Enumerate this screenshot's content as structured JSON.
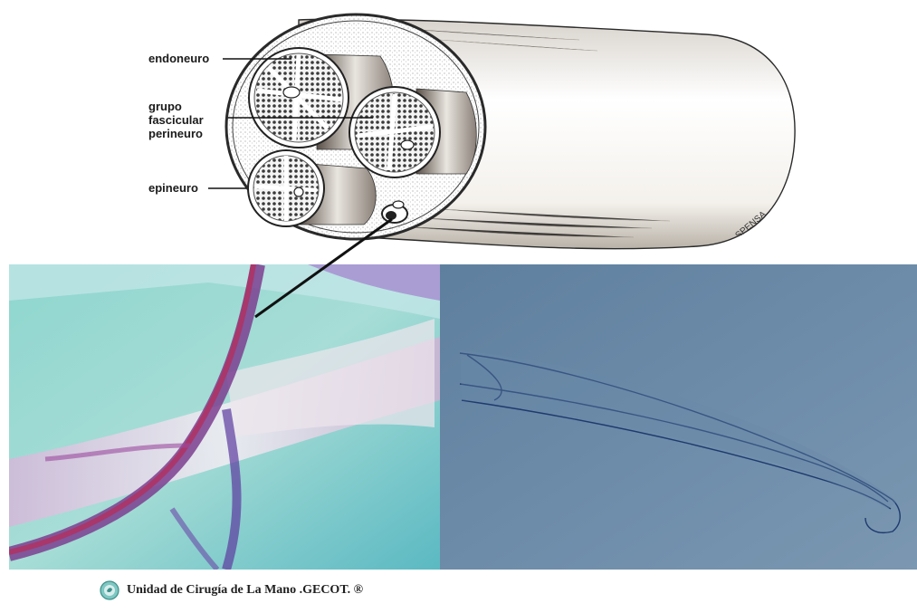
{
  "labels": {
    "endoneuro": "endoneuro",
    "grupo": "grupo",
    "fascicular": "fascicular",
    "perineuro": "perineuro",
    "epineuro": "epineuro"
  },
  "signature": "SPENSA",
  "footer": {
    "text": "Unidad de Cirugía de La Mano .GECOT. ®"
  }
}
